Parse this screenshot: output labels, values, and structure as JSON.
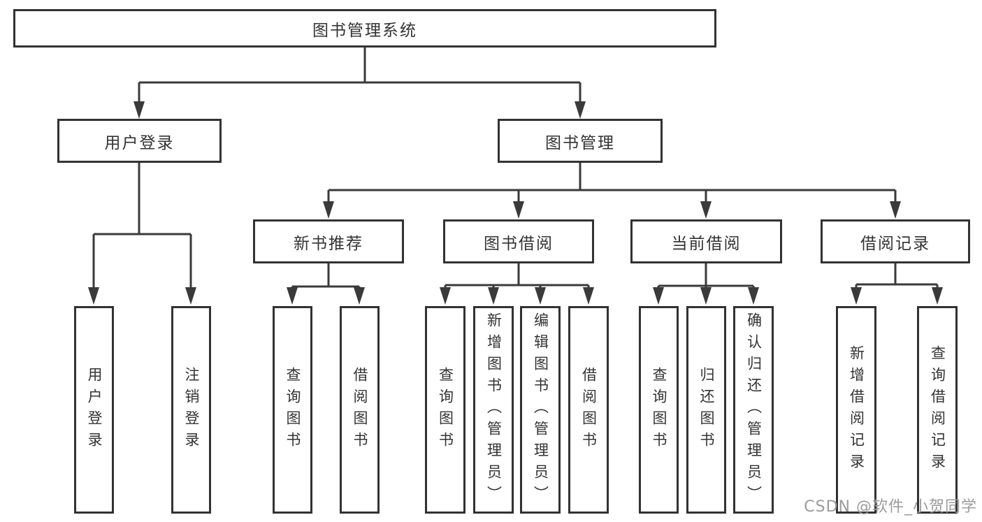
{
  "diagram": {
    "title": "图书管理系统",
    "nodes": {
      "root": {
        "label": "图书管理系统"
      },
      "login": {
        "label": "用户登录"
      },
      "mgmt": {
        "label": "图书管理"
      },
      "rec": {
        "label": "新书推荐"
      },
      "borrow": {
        "label": "图书借阅"
      },
      "current": {
        "label": "当前借阅"
      },
      "record": {
        "label": "借阅记录"
      },
      "leaf_login": {
        "label": "用户登录"
      },
      "leaf_logout": {
        "label": "注销登录"
      },
      "rec_query": {
        "label": "查询图书"
      },
      "rec_borrow": {
        "label": "借阅图书"
      },
      "bor_query": {
        "label": "查询图书"
      },
      "bor_add": {
        "label": "新增图书（管理员）"
      },
      "bor_edit": {
        "label": "编辑图书（管理员）"
      },
      "bor_lend": {
        "label": "借阅图书"
      },
      "cur_query": {
        "label": "查询图书"
      },
      "cur_return": {
        "label": "归还图书"
      },
      "cur_confirm": {
        "label": "确认归还（管理员）"
      },
      "log_add": {
        "label": "新增借阅记录"
      },
      "log_query": {
        "label": "查询借阅记录"
      }
    }
  },
  "watermark": {
    "text": "CSDN @软件_小贺同学"
  },
  "colors": {
    "line": "#3a3a3a",
    "border": "#323232",
    "text": "#333333",
    "watermark": "#9b9b9b",
    "bg": "#ffffff"
  }
}
